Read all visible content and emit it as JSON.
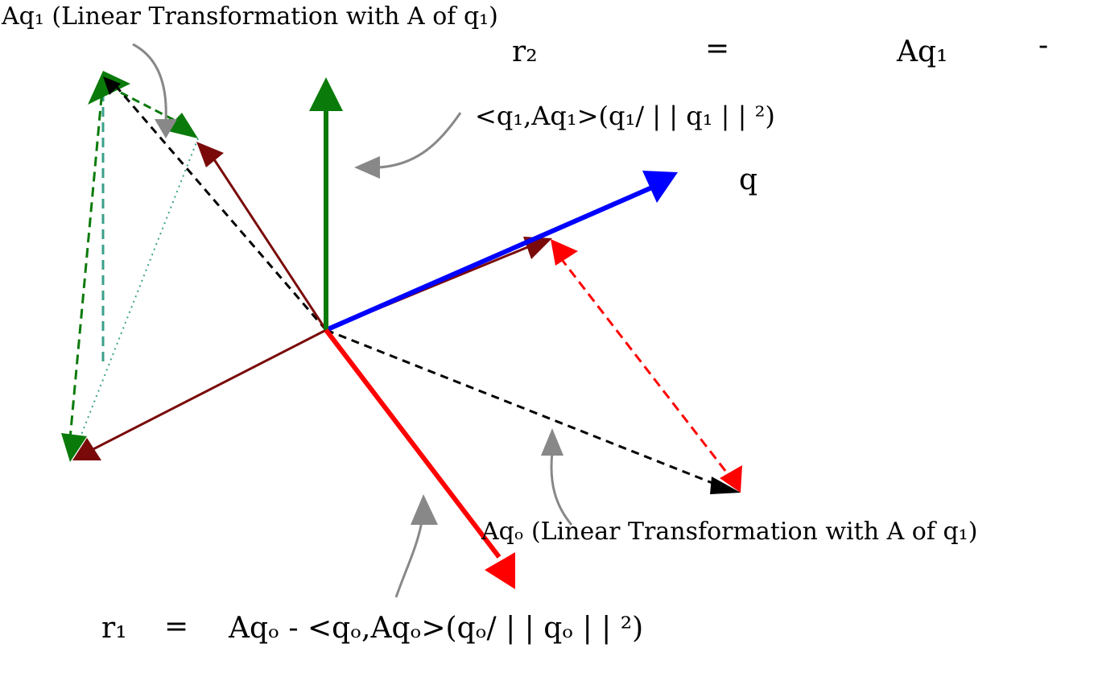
{
  "labels": {
    "aq1_caption": "Aq₁ (Linear Transformation with A of q₁)",
    "r2_lhs": "r₂",
    "r2_eq": "=",
    "r2_term": "Aq₁",
    "r2_minus": "-",
    "r2_proj": "<q₁,Aq₁>(q₁/ | | q₁ | | ²)",
    "q_label": "q",
    "aq0_caption": "Aqₒ (Linear Transformation with A of q₁)",
    "r1_lhs": "r₁",
    "r1_eq": "=",
    "r1_rhs": "Aqₒ - <qₒ,Aqₒ>(qₒ/ | | qₒ | | ²)"
  },
  "colors": {
    "r2_vector": "#0a7a0a",
    "q_vector": "#0000ff",
    "r1_vector": "#ff0000",
    "dark_red": "#7a0a0a",
    "black_dashed": "#000000",
    "red_dashed": "#ff0000",
    "green_dashed": "#0a7a0a",
    "teal": "#3aa08a",
    "annotation_arrow": "#888888"
  }
}
